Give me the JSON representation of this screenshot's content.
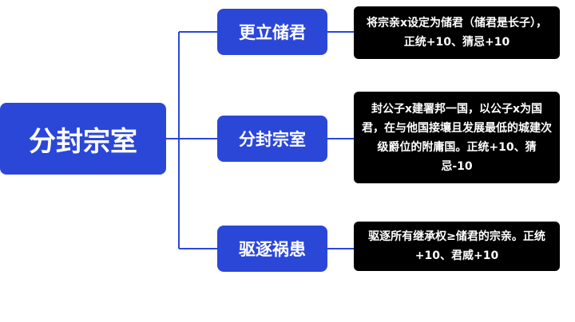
{
  "root": {
    "label": "分封宗室"
  },
  "branches": [
    {
      "label": "更立储君",
      "description": "将宗亲x设定为储君（储君是长子），正统+10、猜忌+10"
    },
    {
      "label": "分封宗室",
      "description": "封公子x建署邦一国，以公子x为国君，在与他国接壤且发展最低的城建次级爵位的附庸国。正统+10、猜忌-10"
    },
    {
      "label": "驱逐祸患",
      "description": "驱逐所有继承权≥储君的宗亲。正统+10、君威+10"
    }
  ],
  "colors": {
    "node": "#2b47d8",
    "description_box": "#000000",
    "connector": "#2b47d8"
  }
}
